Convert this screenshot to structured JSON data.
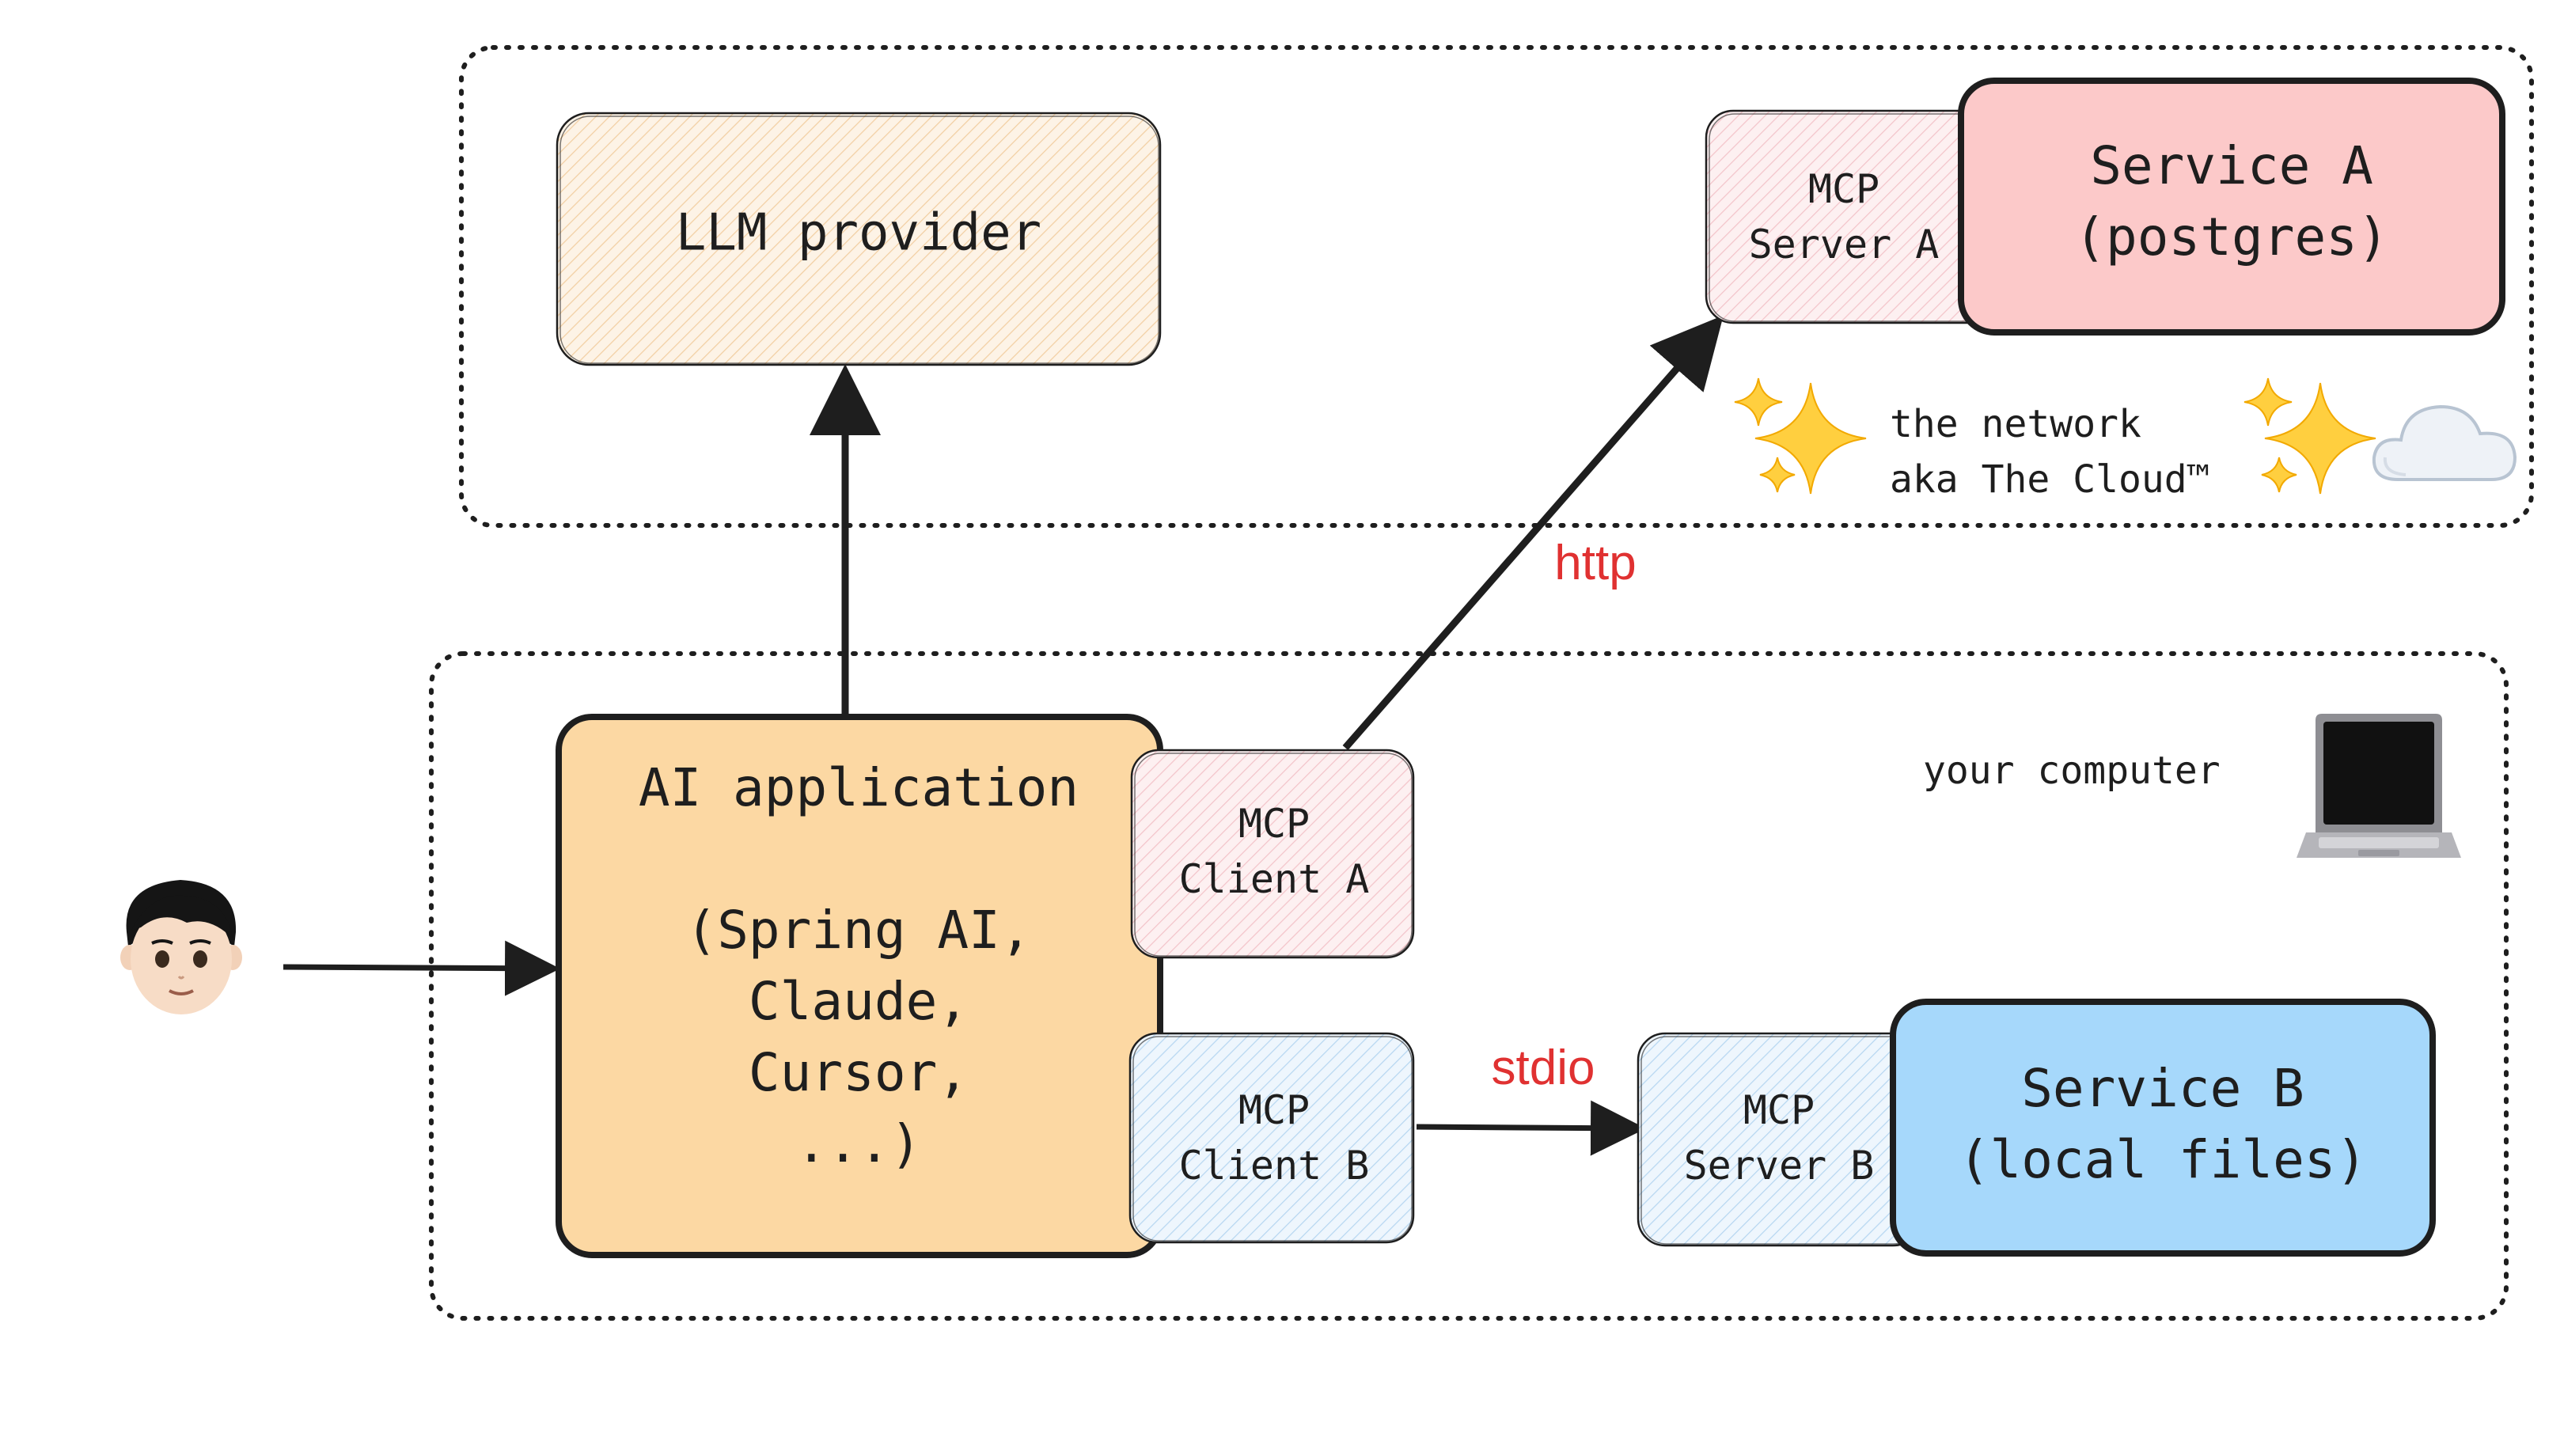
{
  "colors": {
    "llm_fill": "#fbe9d2",
    "ai_app_fill": "#fcd8a3",
    "client_a_fill": "#fbe3e6",
    "client_b_fill": "#d9ecfa",
    "server_a_fill": "#fbe3e6",
    "service_a_fill": "#fcc9c9",
    "server_b_fill": "#d9ecfa",
    "service_b_fill": "#a6d8fb",
    "stroke": "#1e1e1e",
    "protocol_label": "#e03131"
  },
  "regions": {
    "cloud": {
      "label_line1": "the network",
      "label_line2": "aka The Cloud™",
      "icons": [
        "sparkles-icon",
        "sparkles-icon",
        "cloud-icon"
      ]
    },
    "computer": {
      "label": "your computer",
      "icon": "laptop-icon"
    }
  },
  "nodes": {
    "user": {
      "icon": "person-icon"
    },
    "llm_provider": {
      "label": "LLM provider"
    },
    "ai_application": {
      "line1": "AI application",
      "line2": "(Spring AI,",
      "line3": "Claude,",
      "line4": "Cursor,",
      "line5": "...)"
    },
    "client_a": {
      "line1": "MCP",
      "line2": "Client A"
    },
    "client_b": {
      "line1": "MCP",
      "line2": "Client B"
    },
    "server_a": {
      "line1": "MCP",
      "line2": "Server A"
    },
    "server_b": {
      "line1": "MCP",
      "line2": "Server B"
    },
    "service_a": {
      "line1": "Service A",
      "line2": "(postgres)"
    },
    "service_b": {
      "line1": "Service B",
      "line2": "(local files)"
    }
  },
  "edges": {
    "http": {
      "label": "http"
    },
    "stdio": {
      "label": "stdio"
    }
  }
}
